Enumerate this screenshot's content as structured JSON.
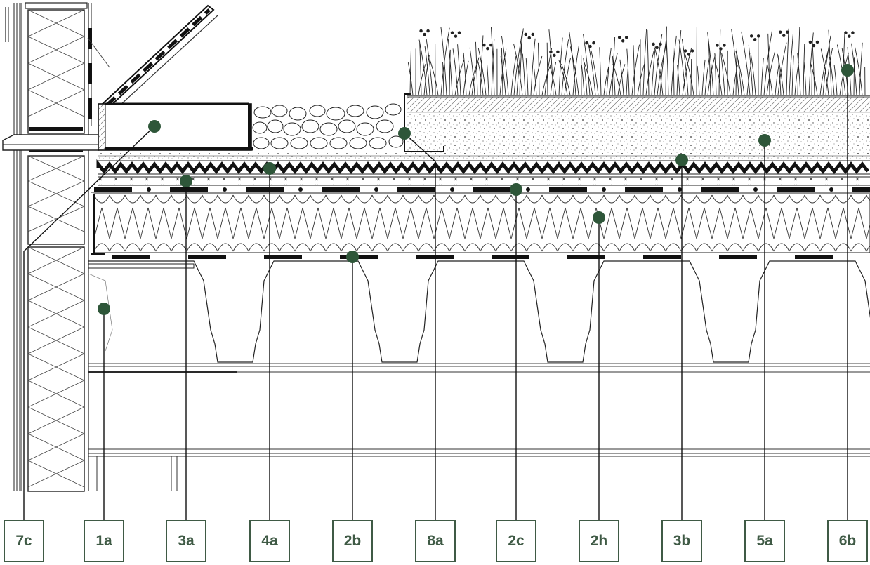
{
  "diagram": {
    "accent_color": "#2e5639",
    "line_color": "#1a1a1a",
    "callouts": [
      {
        "id": "7c",
        "label": "7c"
      },
      {
        "id": "1a",
        "label": "1a"
      },
      {
        "id": "3a",
        "label": "3a"
      },
      {
        "id": "4a",
        "label": "4a"
      },
      {
        "id": "2b",
        "label": "2b"
      },
      {
        "id": "8a",
        "label": "8a"
      },
      {
        "id": "2c",
        "label": "2c"
      },
      {
        "id": "2h",
        "label": "2h"
      },
      {
        "id": "3b",
        "label": "3b"
      },
      {
        "id": "5a",
        "label": "5a"
      },
      {
        "id": "6b",
        "label": "6b"
      }
    ]
  }
}
